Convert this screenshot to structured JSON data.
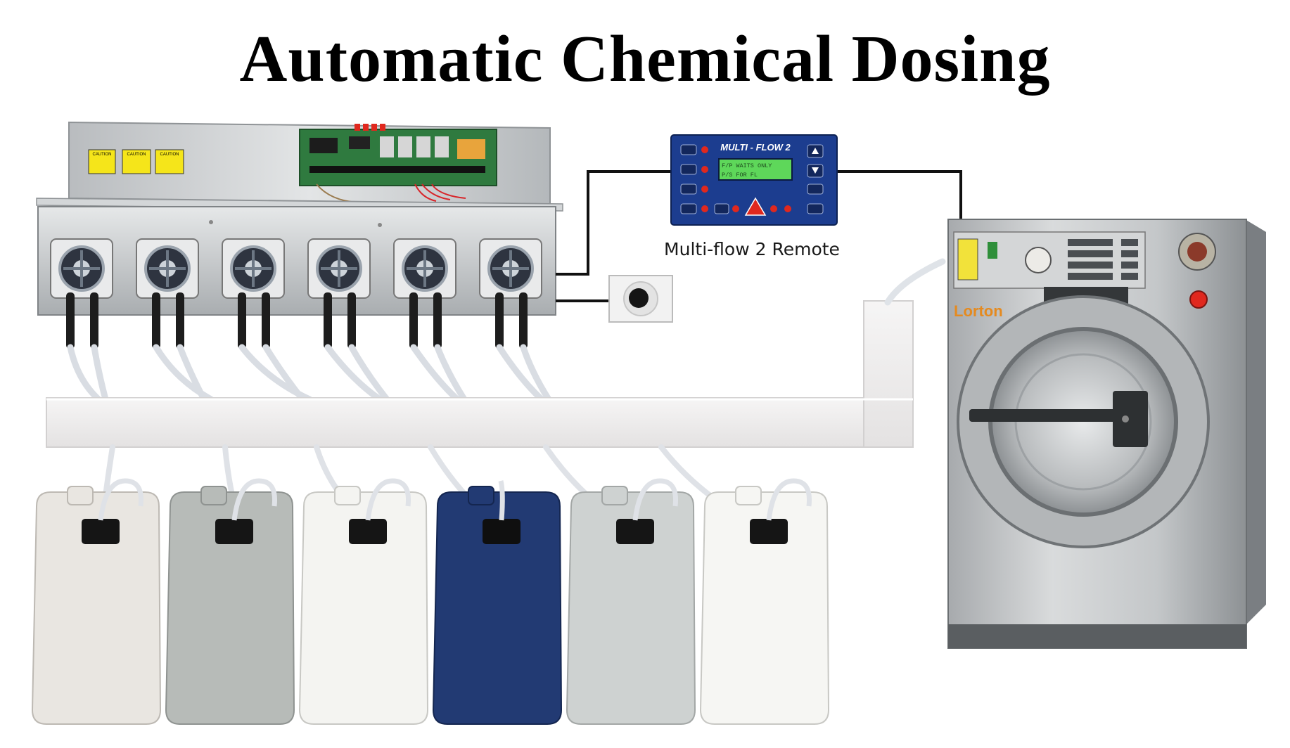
{
  "title": "Automatic Chemical Dosing",
  "remote": {
    "caption": "Multi-flow 2 Remote",
    "brand": "MULTI - FLOW 2",
    "screen_line_1": "F/P WAITS ONLY",
    "screen_line_2": "P/S FOR FL"
  },
  "dispenser": {
    "warning_labels": [
      "CAUTION",
      "CAUTION",
      "CAUTION"
    ],
    "pump_count": 6
  },
  "washer": {
    "brand": "Lorton"
  },
  "containers": {
    "count": 6,
    "colors": [
      "#e9e6e1",
      "#b7bbb8",
      "#f4f4f1",
      "#223a73",
      "#ced2d1",
      "#f6f6f3"
    ]
  },
  "colors": {
    "steel": "#c9ccce",
    "remote_blue": "#1c3d8f",
    "lcd_green": "#5ed75a",
    "duct_white": "#f0eeee",
    "led_red": "#e0281e"
  }
}
